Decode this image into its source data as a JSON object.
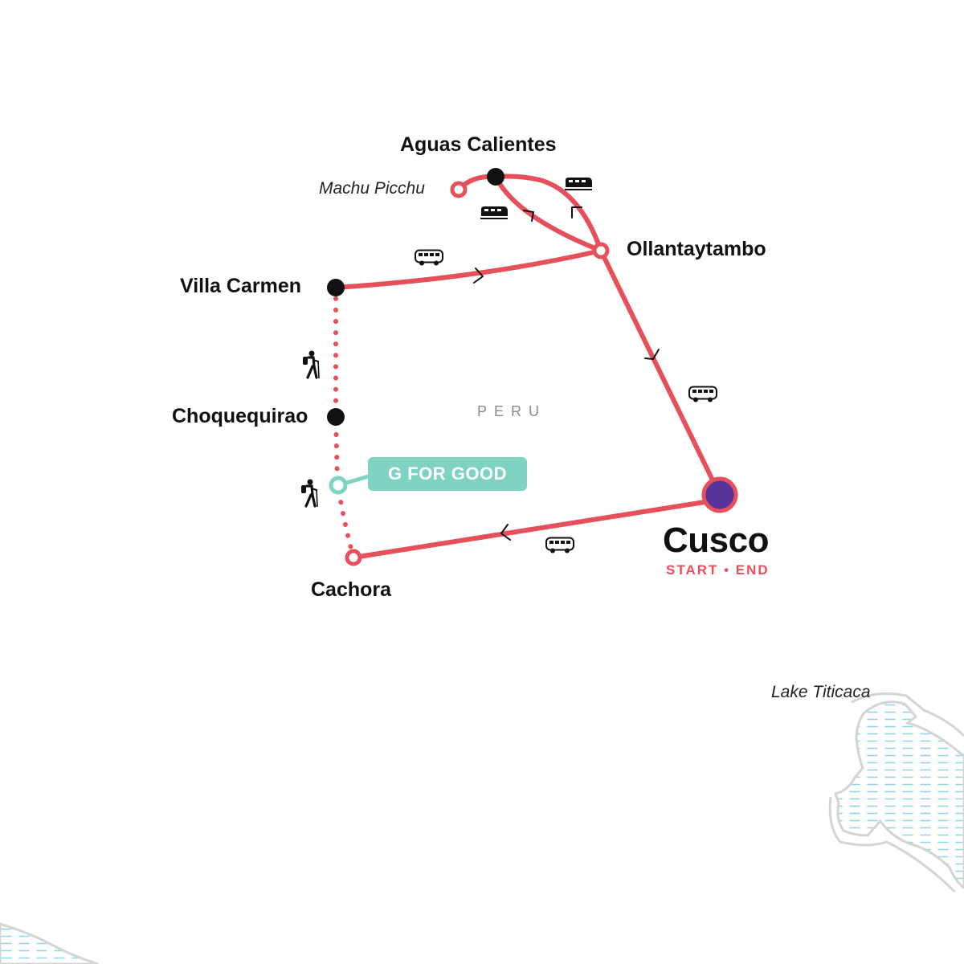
{
  "colors": {
    "route": "#e5505a",
    "start_fill": "#55339a",
    "stop": "#111111",
    "g_for_good": "#7fd3c3",
    "country_label": "#8a8a8a",
    "water": "#8fd6e8",
    "shore": "#d4d4d4"
  },
  "places": {
    "aguas_calientes": "Aguas Calientes",
    "machu_picchu": "Machu Picchu",
    "ollantaytambo": "Ollantaytambo",
    "villa_carmen": "Villa Carmen",
    "choquequirao": "Choquequirao",
    "cachora": "Cachora",
    "cusco": "Cusco",
    "cusco_sub": "START • END",
    "country": "PERU",
    "lake": "Lake Titicaca"
  },
  "badge": {
    "label": "G FOR GOOD"
  },
  "route": {
    "start": "Cusco",
    "end": "Cusco",
    "legs": [
      {
        "from": "Cusco",
        "to": "Cachora",
        "mode": "bus-icon",
        "style": "solid"
      },
      {
        "from": "Cachora",
        "to": "Choquequirao",
        "mode": "hiker-icon",
        "style": "dotted"
      },
      {
        "from": "Choquequirao",
        "to": "Villa Carmen",
        "mode": "hiker-icon",
        "style": "dotted"
      },
      {
        "from": "Villa Carmen",
        "to": "Ollantaytambo",
        "mode": "bus-icon",
        "style": "solid"
      },
      {
        "from": "Ollantaytambo",
        "to": "Aguas Calientes",
        "mode": "train-icon",
        "style": "solid"
      },
      {
        "from": "Aguas Calientes",
        "to": "Machu Picchu",
        "mode": "",
        "style": "solid"
      },
      {
        "from": "Aguas Calientes",
        "to": "Ollantaytambo",
        "mode": "train-icon",
        "style": "solid"
      },
      {
        "from": "Ollantaytambo",
        "to": "Cusco",
        "mode": "bus-icon",
        "style": "solid"
      }
    ]
  }
}
